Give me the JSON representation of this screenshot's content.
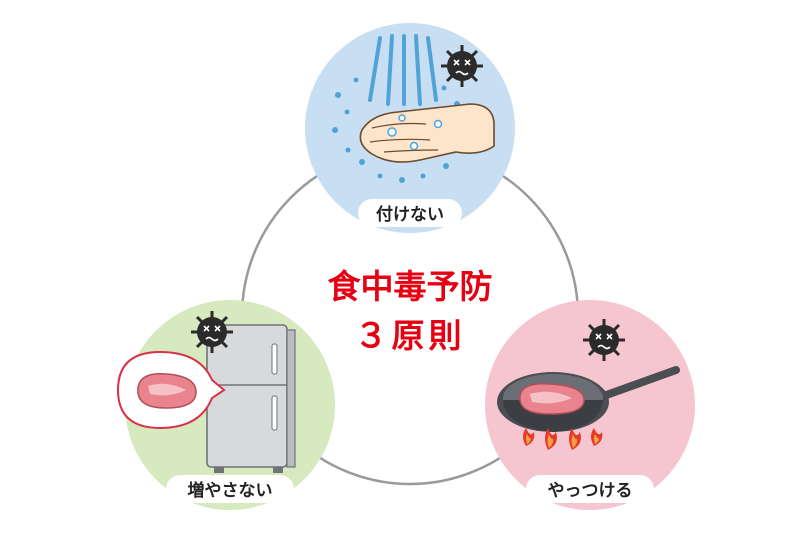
{
  "title_line1": "食中毒予防",
  "title_line2": "３原則",
  "principles": [
    {
      "label": "付けない"
    },
    {
      "label": "増やさない"
    },
    {
      "label": "やっつける"
    }
  ],
  "colors": {
    "title": "#e60012",
    "ring": "#9a9a9a",
    "top_circle": "#c8dff3",
    "left_circle": "#d6e9bf",
    "right_circle": "#f5c6d0",
    "germ": "#2b2b2b",
    "water": "#4fa3d9",
    "skin": "#fde5cc",
    "meat": "#e9848f",
    "fridge": "#d7d9db",
    "pan": "#4a4d52",
    "flame": "#e63a26"
  },
  "icons": {
    "germ": "germ-icon",
    "hands": "hands-washing-icon",
    "fridge": "refrigerator-icon",
    "pan": "frying-pan-icon",
    "meat": "meat-icon",
    "flame": "flame-icon"
  }
}
